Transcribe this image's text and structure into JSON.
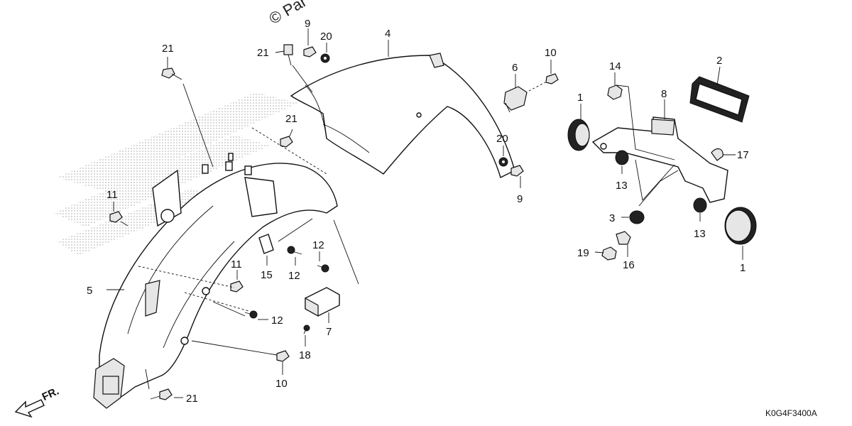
{
  "watermark": "© Par",
  "diagram_code": "K0G4F3400A",
  "front_arrow_label": "FR.",
  "callouts": [
    {
      "id": "c21-top-left",
      "text": "21"
    },
    {
      "id": "c21-top-mid",
      "text": "21"
    },
    {
      "id": "c9-top",
      "text": "9"
    },
    {
      "id": "c20-top",
      "text": "20"
    },
    {
      "id": "c4",
      "text": "4"
    },
    {
      "id": "c21-mid",
      "text": "21"
    },
    {
      "id": "c6",
      "text": "6"
    },
    {
      "id": "c10-top",
      "text": "10"
    },
    {
      "id": "c14",
      "text": "14"
    },
    {
      "id": "c2",
      "text": "2"
    },
    {
      "id": "c1-top",
      "text": "1"
    },
    {
      "id": "c8",
      "text": "8"
    },
    {
      "id": "c17",
      "text": "17"
    },
    {
      "id": "c20-mid",
      "text": "20"
    },
    {
      "id": "c9-mid",
      "text": "9"
    },
    {
      "id": "c13-left",
      "text": "13"
    },
    {
      "id": "c3",
      "text": "3"
    },
    {
      "id": "c13-right",
      "text": "13"
    },
    {
      "id": "c19",
      "text": "19"
    },
    {
      "id": "c16",
      "text": "16"
    },
    {
      "id": "c1-bottom",
      "text": "1"
    },
    {
      "id": "c11-left",
      "text": "11"
    },
    {
      "id": "c12-top",
      "text": "12"
    },
    {
      "id": "c12-mid",
      "text": "12"
    },
    {
      "id": "c15",
      "text": "15"
    },
    {
      "id": "c11-mid",
      "text": "11"
    },
    {
      "id": "c5",
      "text": "5"
    },
    {
      "id": "c12-bottom",
      "text": "12"
    },
    {
      "id": "c7",
      "text": "7"
    },
    {
      "id": "c18",
      "text": "18"
    },
    {
      "id": "c10-bottom",
      "text": "10"
    },
    {
      "id": "c21-bottom",
      "text": "21"
    }
  ]
}
